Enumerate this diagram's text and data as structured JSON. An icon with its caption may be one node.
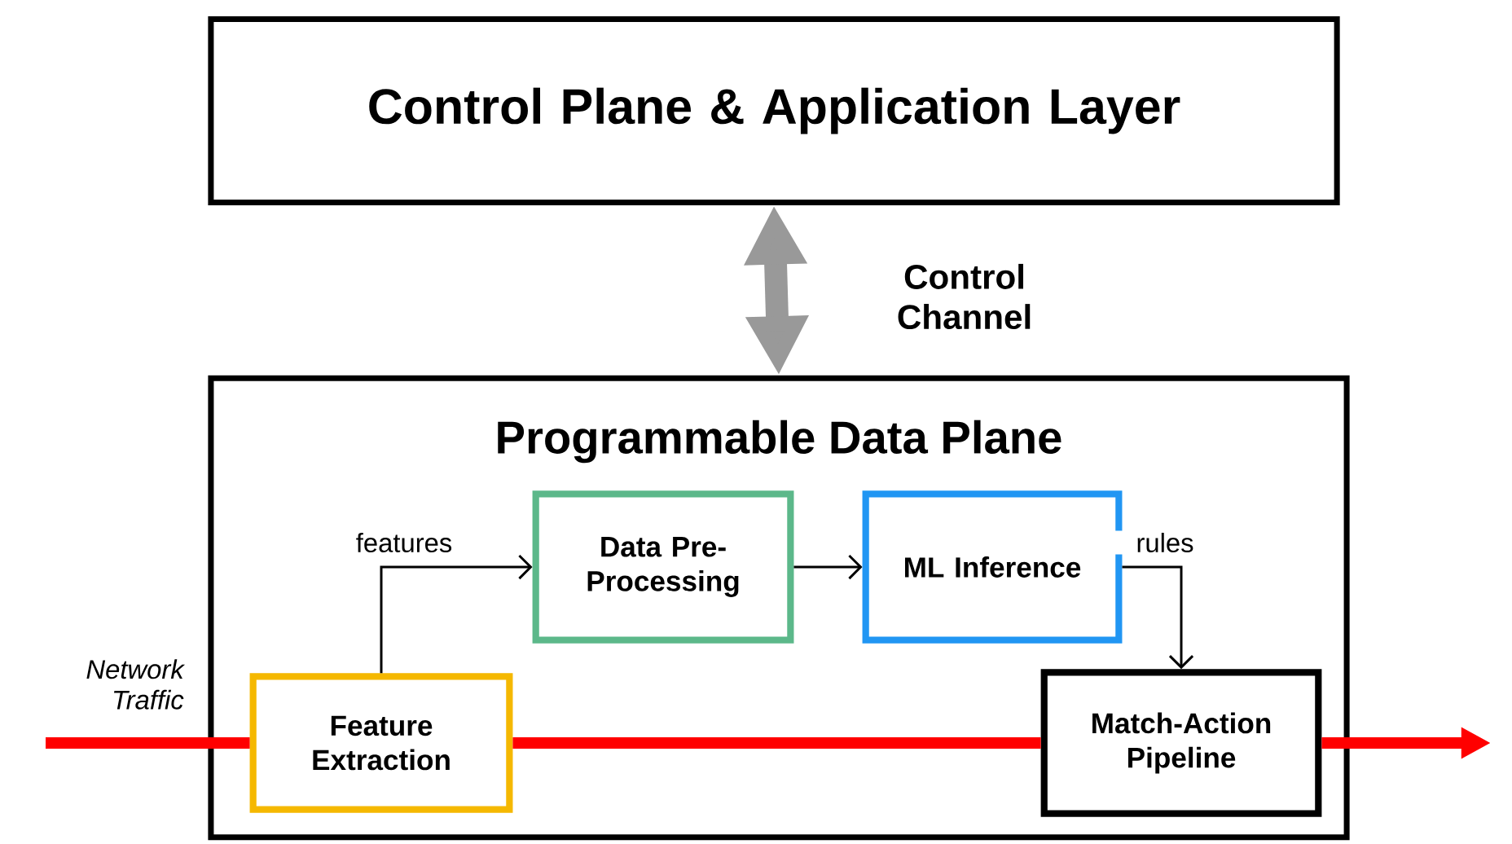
{
  "diagram": {
    "nodes": [
      {
        "text": [
          "Control Plane & Application Layer"
        ]
      },
      {
        "text": [
          "Programmable Data Plane"
        ]
      },
      {
        "text": [
          "Feature Extraction"
        ],
        "in": 1
      },
      {
        "text": [
          "Data Pre-Processing"
        ],
        "in": 1
      },
      {
        "text": [
          "ML Inference"
        ],
        "in": 1
      },
      {
        "text": [
          "Match-Action Pipeline"
        ],
        "in": 1
      }
    ],
    "edges": [
      {
        "from": 0,
        "to": 1,
        "arrow": "both",
        "label": "Control Channel",
        "style": "thick",
        "color": "#999999"
      },
      {
        "from": null,
        "to": 2,
        "arrow": "none",
        "color": "#ff0000"
      },
      {
        "from": 2,
        "to": 5,
        "arrow": "none",
        "color": "#ff0000"
      },
      {
        "from": 5,
        "to": null,
        "arrow": "to",
        "color": "#ff0000"
      },
      {
        "from": 2,
        "to": 3,
        "arrow": "to",
        "label": "features",
        "color": "#000000"
      },
      {
        "from": 3,
        "to": 4,
        "arrow": "to",
        "color": "#000000"
      },
      {
        "from": 4,
        "to": 5,
        "arrow": "to",
        "label": "rules",
        "color": "#000000"
      }
    ],
    "labels": [
      "Network Traffic"
    ]
  }
}
